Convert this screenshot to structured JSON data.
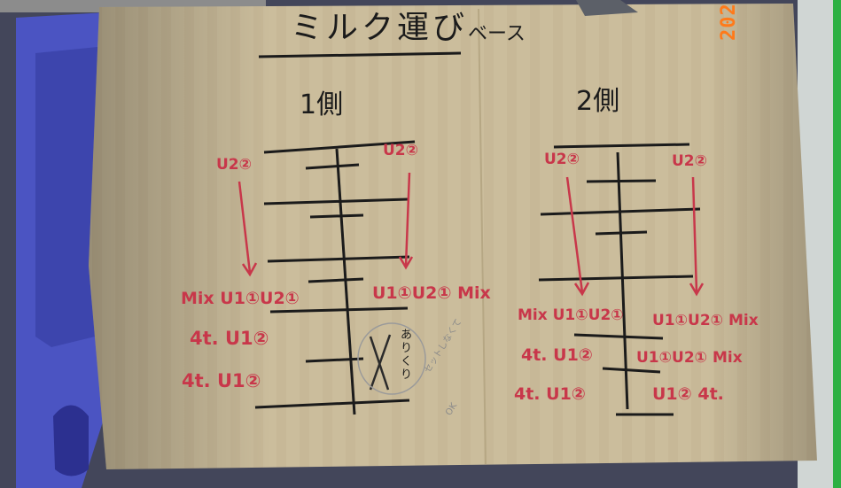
{
  "photo_stamp": "202",
  "title": "ミルク運び",
  "title_sub": "ベース",
  "side1": {
    "heading": "1側",
    "top_left": "U2②",
    "top_right": "U2②",
    "row1_left": "Mix U1①U2①",
    "row1_right": "U1①U2① Mix",
    "row2_left": "4t. U1②",
    "row3_left": "4t. U1②",
    "note_vertical": "ありくり",
    "pencil_note": [
      "セットしなくて",
      "OK"
    ]
  },
  "side2": {
    "heading": "2側",
    "top_left": "U2②",
    "top_right": "U2②",
    "row1_left": "Mix U1①U2①",
    "row1_right": "U1①U2① Mix",
    "row2_left": "4t. U1②",
    "row2_right": "U1①U2① Mix",
    "row3_left": "4t. U1②",
    "row3_right": "U1② 4t."
  },
  "colors": {
    "cardboard": "#c9bb99",
    "ink_black": "#1b1b1b",
    "ink_red": "#c8374a",
    "tray_blue": "#4d56c4",
    "date_stamp": "#ff7a1a"
  }
}
